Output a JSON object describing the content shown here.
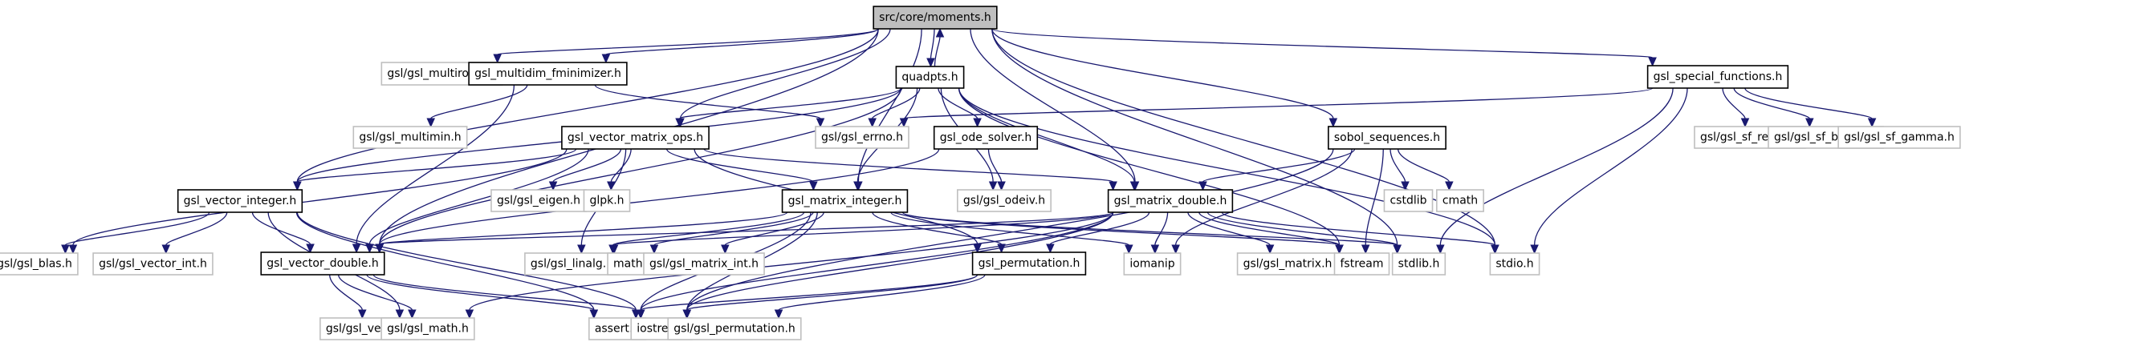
{
  "diagram": {
    "type": "include-dependency-graph",
    "edge_color": "#191970",
    "nodes": [
      {
        "id": "moments",
        "label": "src/core/moments.h",
        "kind": "root"
      },
      {
        "id": "multiroots",
        "label": "gsl/gsl_multiroots.h",
        "kind": "ext"
      },
      {
        "id": "fmin",
        "label": "gsl_multidim_fminimizer.h",
        "kind": "local"
      },
      {
        "id": "quadpts",
        "label": "quadpts.h",
        "kind": "local"
      },
      {
        "id": "special",
        "label": "gsl_special_functions.h",
        "kind": "local"
      },
      {
        "id": "multimin",
        "label": "gsl/gsl_multimin.h",
        "kind": "ext"
      },
      {
        "id": "vmops",
        "label": "gsl_vector_matrix_ops.h",
        "kind": "local"
      },
      {
        "id": "errno",
        "label": "gsl/gsl_errno.h",
        "kind": "ext"
      },
      {
        "id": "ode",
        "label": "gsl_ode_solver.h",
        "kind": "local"
      },
      {
        "id": "sobol",
        "label": "sobol_sequences.h",
        "kind": "local"
      },
      {
        "id": "sfresult",
        "label": "gsl/gsl_sf_result.h",
        "kind": "ext"
      },
      {
        "id": "sfbessel",
        "label": "gsl/gsl_sf_bessel.h",
        "kind": "ext"
      },
      {
        "id": "sfgamma",
        "label": "gsl/gsl_sf_gamma.h",
        "kind": "ext"
      },
      {
        "id": "vint",
        "label": "gsl_vector_integer.h",
        "kind": "local"
      },
      {
        "id": "eigen",
        "label": "gsl/gsl_eigen.h",
        "kind": "ext"
      },
      {
        "id": "glpk",
        "label": "glpk.h",
        "kind": "ext"
      },
      {
        "id": "mint",
        "label": "gsl_matrix_integer.h",
        "kind": "local"
      },
      {
        "id": "odeiv",
        "label": "gsl/gsl_odeiv.h",
        "kind": "ext"
      },
      {
        "id": "mdbl",
        "label": "gsl_matrix_double.h",
        "kind": "local"
      },
      {
        "id": "cstdlib",
        "label": "cstdlib",
        "kind": "ext"
      },
      {
        "id": "cmath",
        "label": "cmath",
        "kind": "ext"
      },
      {
        "id": "blas",
        "label": "gsl/gsl_blas.h",
        "kind": "ext"
      },
      {
        "id": "vecint",
        "label": "gsl/gsl_vector_int.h",
        "kind": "ext"
      },
      {
        "id": "vdbl",
        "label": "gsl_vector_double.h",
        "kind": "local"
      },
      {
        "id": "linalg",
        "label": "gsl/gsl_linalg.h",
        "kind": "ext"
      },
      {
        "id": "mathh",
        "label": "math.h",
        "kind": "ext"
      },
      {
        "id": "matint",
        "label": "gsl/gsl_matrix_int.h",
        "kind": "ext"
      },
      {
        "id": "perm",
        "label": "gsl_permutation.h",
        "kind": "local"
      },
      {
        "id": "iomanip",
        "label": "iomanip",
        "kind": "ext"
      },
      {
        "id": "gslmatrix",
        "label": "gsl/gsl_matrix.h",
        "kind": "ext"
      },
      {
        "id": "fstream",
        "label": "fstream",
        "kind": "ext"
      },
      {
        "id": "stdlib",
        "label": "stdlib.h",
        "kind": "ext"
      },
      {
        "id": "stdio",
        "label": "stdio.h",
        "kind": "ext"
      },
      {
        "id": "gslvector",
        "label": "gsl/gsl_vector.h",
        "kind": "ext"
      },
      {
        "id": "gslmath",
        "label": "gsl/gsl_math.h",
        "kind": "ext"
      },
      {
        "id": "assert",
        "label": "assert.h",
        "kind": "ext"
      },
      {
        "id": "iostream",
        "label": "iostream",
        "kind": "ext"
      },
      {
        "id": "gslperm",
        "label": "gsl/gsl_permutation.h",
        "kind": "ext"
      }
    ],
    "edges": [
      [
        "moments",
        "multiroots"
      ],
      [
        "moments",
        "fmin"
      ],
      [
        "moments",
        "quadpts"
      ],
      [
        "moments",
        "special"
      ],
      [
        "moments",
        "vmops"
      ],
      [
        "moments",
        "sobol"
      ],
      [
        "moments",
        "vint"
      ],
      [
        "moments",
        "mint"
      ],
      [
        "moments",
        "mdbl"
      ],
      [
        "moments",
        "vdbl"
      ],
      [
        "moments",
        "stdlib"
      ],
      [
        "moments",
        "stdio"
      ],
      [
        "quadpts",
        "moments"
      ],
      [
        "fmin",
        "multimin"
      ],
      [
        "fmin",
        "errno"
      ],
      [
        "fmin",
        "vdbl"
      ],
      [
        "quadpts",
        "errno"
      ],
      [
        "quadpts",
        "vmops"
      ],
      [
        "quadpts",
        "ode"
      ],
      [
        "quadpts",
        "odeiv"
      ],
      [
        "quadpts",
        "mdbl"
      ],
      [
        "quadpts",
        "mint"
      ],
      [
        "quadpts",
        "vint"
      ],
      [
        "quadpts",
        "vdbl"
      ],
      [
        "quadpts",
        "stdio"
      ],
      [
        "quadpts",
        "fstream"
      ],
      [
        "special",
        "errno"
      ],
      [
        "special",
        "sfresult"
      ],
      [
        "special",
        "sfbessel"
      ],
      [
        "special",
        "sfgamma"
      ],
      [
        "special",
        "stdlib"
      ],
      [
        "special",
        "stdio"
      ],
      [
        "vmops",
        "vint"
      ],
      [
        "vmops",
        "eigen"
      ],
      [
        "vmops",
        "glpk"
      ],
      [
        "vmops",
        "mint"
      ],
      [
        "vmops",
        "mdbl"
      ],
      [
        "vmops",
        "vdbl"
      ],
      [
        "vmops",
        "blas"
      ],
      [
        "vmops",
        "linalg"
      ],
      [
        "vmops",
        "perm"
      ],
      [
        "ode",
        "odeiv"
      ],
      [
        "ode",
        "vdbl"
      ],
      [
        "sobol",
        "mdbl"
      ],
      [
        "sobol",
        "cstdlib"
      ],
      [
        "sobol",
        "cmath"
      ],
      [
        "sobol",
        "fstream"
      ],
      [
        "sobol",
        "iomanip"
      ],
      [
        "sobol",
        "iostream"
      ],
      [
        "vint",
        "blas"
      ],
      [
        "vint",
        "vecint"
      ],
      [
        "vint",
        "vdbl"
      ],
      [
        "vint",
        "gslmath"
      ],
      [
        "vint",
        "assert"
      ],
      [
        "vint",
        "iostream"
      ],
      [
        "mint",
        "vdbl"
      ],
      [
        "mint",
        "linalg"
      ],
      [
        "mint",
        "mathh"
      ],
      [
        "mint",
        "matint"
      ],
      [
        "mint",
        "perm"
      ],
      [
        "mint",
        "iomanip"
      ],
      [
        "mint",
        "assert"
      ],
      [
        "mint",
        "iostream"
      ],
      [
        "mint",
        "fstream"
      ],
      [
        "mint",
        "stdlib"
      ],
      [
        "mdbl",
        "vdbl"
      ],
      [
        "mdbl",
        "linalg"
      ],
      [
        "mdbl",
        "perm"
      ],
      [
        "mdbl",
        "iomanip"
      ],
      [
        "mdbl",
        "gslmatrix"
      ],
      [
        "mdbl",
        "fstream"
      ],
      [
        "mdbl",
        "stdlib"
      ],
      [
        "mdbl",
        "stdio"
      ],
      [
        "mdbl",
        "gslmath"
      ],
      [
        "mdbl",
        "assert"
      ],
      [
        "mdbl",
        "iostream"
      ],
      [
        "vdbl",
        "gslvector"
      ],
      [
        "vdbl",
        "gslmath"
      ],
      [
        "vdbl",
        "assert"
      ],
      [
        "vdbl",
        "iostream"
      ],
      [
        "perm",
        "gslperm"
      ],
      [
        "perm",
        "assert"
      ],
      [
        "perm",
        "iostream"
      ]
    ]
  }
}
